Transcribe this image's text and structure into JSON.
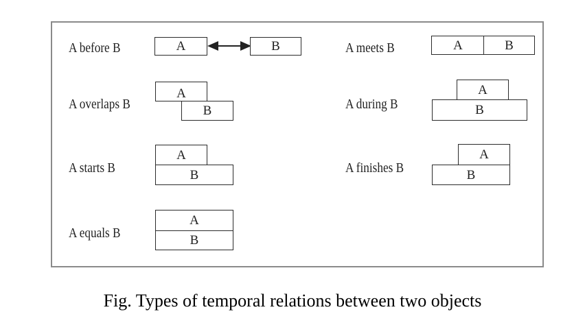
{
  "figure": {
    "relations": [
      {
        "id": "before",
        "label": "A before B",
        "a": "A",
        "b": "B"
      },
      {
        "id": "meets",
        "label": "A meets B",
        "a": "A",
        "b": "B"
      },
      {
        "id": "overlaps",
        "label": "A overlaps B",
        "a": "A",
        "b": "B"
      },
      {
        "id": "during",
        "label": "A during B",
        "a": "A",
        "b": "B"
      },
      {
        "id": "starts",
        "label": "A starts B",
        "a": "A",
        "b": "B"
      },
      {
        "id": "finishes",
        "label": "A finishes B",
        "a": "A",
        "b": "B"
      },
      {
        "id": "equals",
        "label": "A equals B",
        "a": "A",
        "b": "B"
      }
    ]
  },
  "caption": "Fig. Types of temporal relations between two objects"
}
